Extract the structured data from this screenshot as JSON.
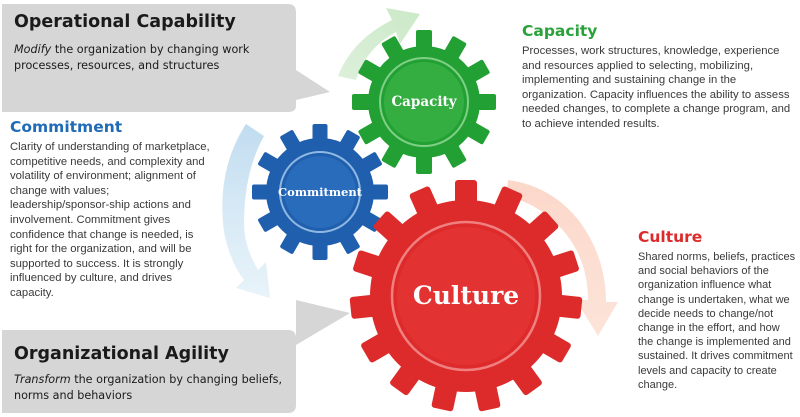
{
  "operational_capability": {
    "title": "Operational Capability",
    "subtitle_emphasis": "Modify",
    "subtitle_rest": "the organization by changing work processes, resources, and structures"
  },
  "organizational_agility": {
    "title": "Organizational Agility",
    "subtitle_emphasis": "Transform",
    "subtitle_rest": "the organization by changing beliefs, norms and behaviors"
  },
  "capacity": {
    "title": "Capacity",
    "text": "Processes, work structures, knowledge, experience and resources applied to selecting, mobilizing, implementing and sustaining change in the organization. Capacity influences the ability to assess needed changes, to complete a change program, and to achieve intended results."
  },
  "commitment": {
    "title": "Commitment",
    "text": "Clarity of understanding of marketplace, competitive needs, and complexity and volatility of environment; alignment of change with values; leadership/sponsor-ship actions and involvement. Commitment gives confidence that change is needed, is right for the organization, and will be supported to success. It is strongly influenced by culture, and drives capacity."
  },
  "culture": {
    "title": "Culture",
    "text": "Shared norms, beliefs, practices and social behaviors of the organization influence what change is undertaken, what we decide needs to change/not change in the effort, and how the change is implemented and sustained. It drives commitment levels and capacity to create change."
  },
  "gears": {
    "capacity": "Capacity",
    "commitment": "Commitment",
    "culture": "Culture"
  },
  "colors": {
    "capacity": "#22a033",
    "commitment": "#1f5fad",
    "culture": "#dd2a2a",
    "gray_box": "#d6d6d6",
    "gray_arrow": "#b9b9b9"
  }
}
